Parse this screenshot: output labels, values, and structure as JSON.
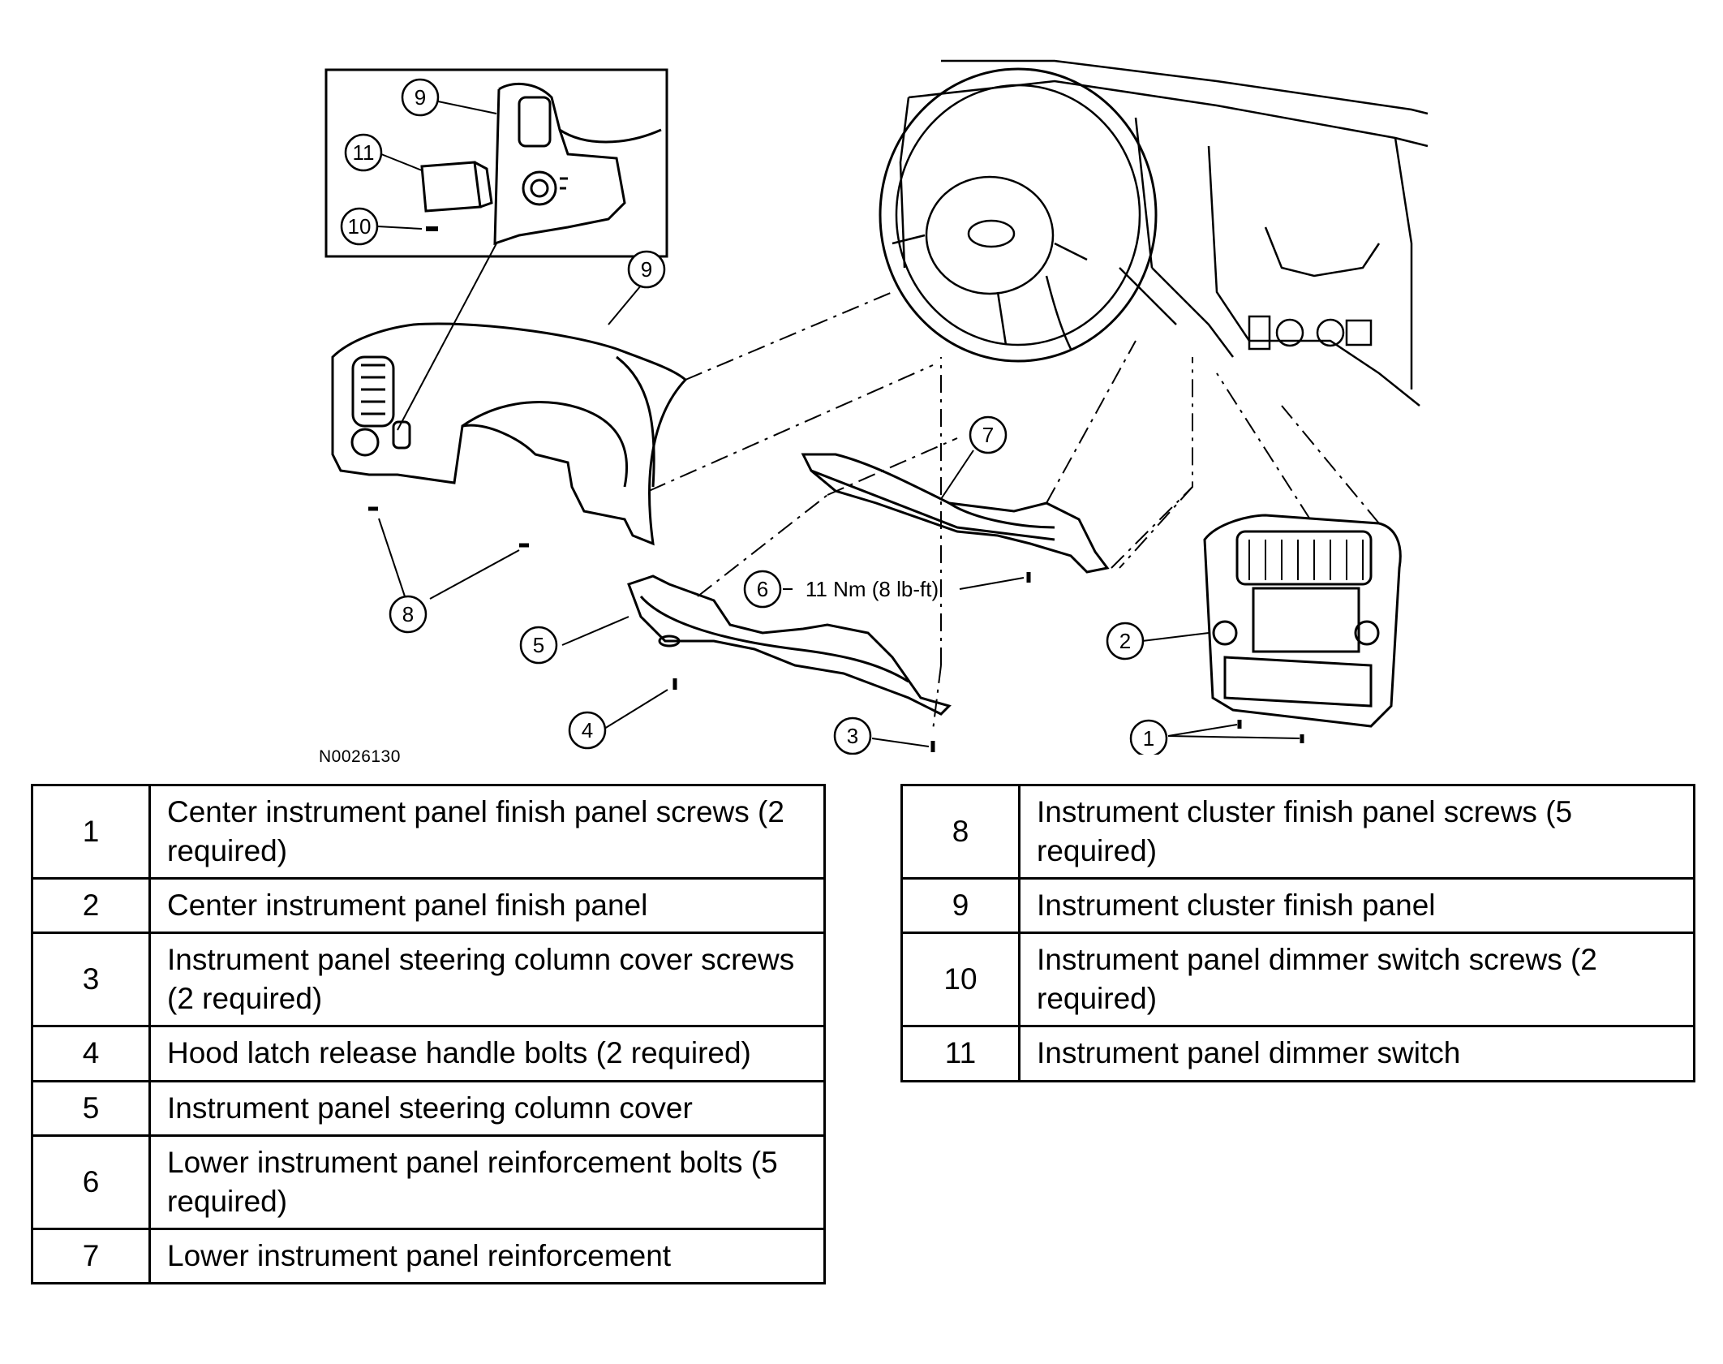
{
  "figure_id": "N0026130",
  "torque_callout": "11 Nm (8 lb-ft)",
  "callouts": {
    "c1": "1",
    "c2": "2",
    "c3": "3",
    "c4": "4",
    "c5": "5",
    "c6": "6",
    "c7": "7",
    "c8": "8",
    "c9": "9",
    "c9_inset": "9",
    "c10": "10",
    "c11": "11"
  },
  "legend_left": [
    {
      "num": "1",
      "desc": "Center instrument panel finish panel screws (2 required)"
    },
    {
      "num": "2",
      "desc": "Center instrument panel finish panel"
    },
    {
      "num": "3",
      "desc": "Instrument panel steering column cover screws (2 required)"
    },
    {
      "num": "4",
      "desc": "Hood latch release handle bolts (2 required)"
    },
    {
      "num": "5",
      "desc": "Instrument panel steering column cover"
    },
    {
      "num": "6",
      "desc": "Lower instrument panel reinforcement bolts (5 required)"
    },
    {
      "num": "7",
      "desc": "Lower instrument panel reinforcement"
    }
  ],
  "legend_right": [
    {
      "num": "8",
      "desc": "Instrument cluster finish panel screws (5 required)"
    },
    {
      "num": "9",
      "desc": "Instrument cluster finish panel"
    },
    {
      "num": "10",
      "desc": "Instrument panel dimmer switch screws (2 required)"
    },
    {
      "num": "11",
      "desc": "Instrument panel dimmer switch"
    }
  ]
}
